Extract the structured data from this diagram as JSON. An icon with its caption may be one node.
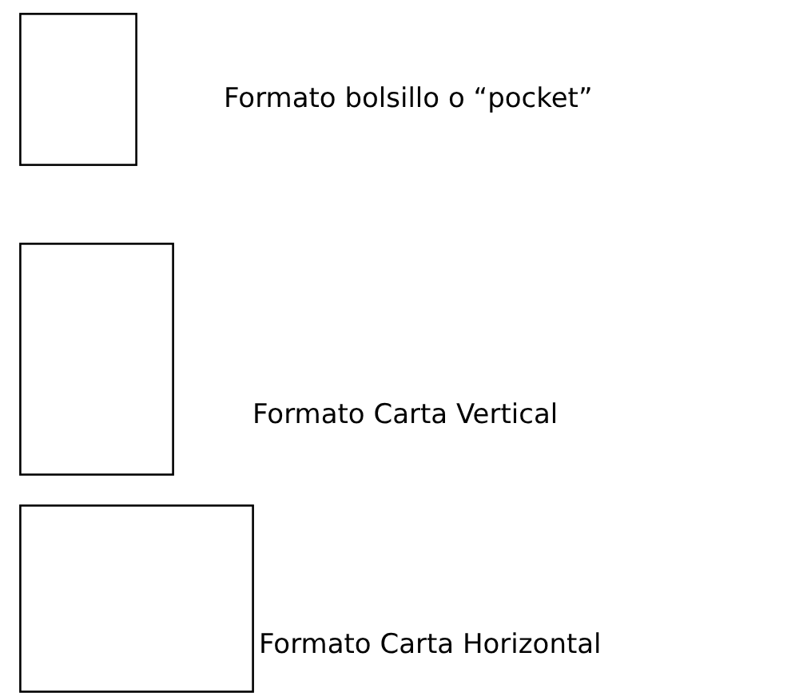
{
  "diagram": {
    "nodes": [
      {
        "text": [],
        "shape": "box",
        "beside": [
          "Formato bolsillo o “pocket”"
        ]
      },
      {
        "text": [],
        "shape": "box",
        "beside": [
          "Formato Carta Vertical"
        ]
      },
      {
        "text": [],
        "shape": "box",
        "beside": [
          "Formato Carta Horizontal"
        ]
      }
    ]
  }
}
